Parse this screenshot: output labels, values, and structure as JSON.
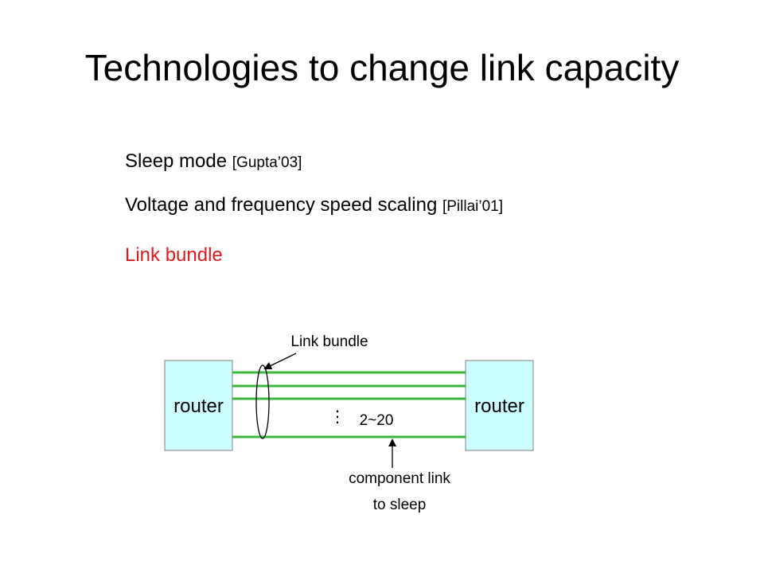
{
  "title": "Technologies to change link capacity",
  "bullets": [
    {
      "text": "Sleep mode",
      "cite": "[Gupta’03]"
    },
    {
      "text": "Voltage and frequency speed scaling",
      "cite": "[Pillai’01]"
    },
    {
      "text": "Link bundle",
      "cite": ""
    }
  ],
  "diagram": {
    "left_router": "router",
    "right_router": "router",
    "bundle_label": "Link bundle",
    "range_label": "2~20",
    "dots": "⋮",
    "component_label_line1": "component link",
    "component_label_line2": "to sleep"
  },
  "colors": {
    "router_fill": "#ccfeff",
    "router_stroke": "#7f7f7f",
    "link": "#3cb93c",
    "highlight_text": "#e31a1c"
  }
}
